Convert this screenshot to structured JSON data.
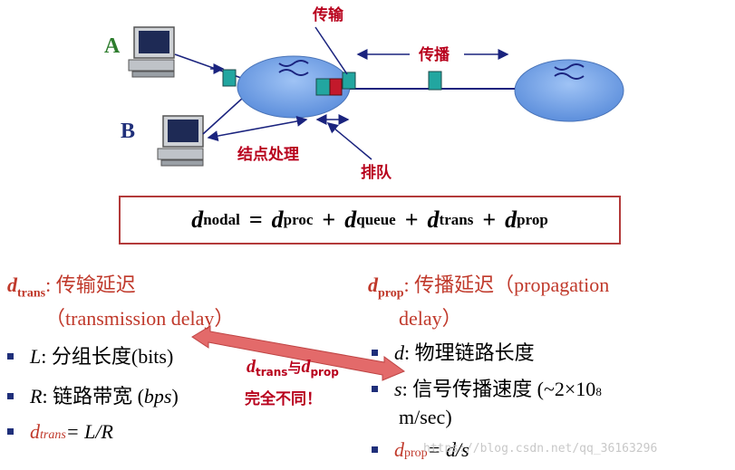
{
  "labels": {
    "transmission": "传输",
    "propagation": "传播",
    "nodal_processing": "结点处理",
    "queueing": "排队",
    "host_a": "A",
    "host_b": "B"
  },
  "formula": {
    "lhs_var": "d",
    "lhs_sub": "nodal",
    "eq": "=",
    "t1_var": "d",
    "t1_sub": "proc",
    "plus1": "+",
    "t2_var": "d",
    "t2_sub": "queue",
    "plus2": "+",
    "t3_var": "d",
    "t3_sub": "trans",
    "plus3": "+",
    "t4_var": "d",
    "t4_sub": "prop"
  },
  "left": {
    "head_var": "d",
    "head_sub": "trans",
    "head_text": ": 传输延迟",
    "head_line2": "（transmission delay）",
    "b1_var": "L",
    "b1_text": ": 分组长度(bits)",
    "b2_var": "R",
    "b2_text": ": 链路带宽 (",
    "b2_unit": "bps",
    "b2_close": ")",
    "b3_var": "d",
    "b3_sub": "trans",
    "b3_rest": " = L/R"
  },
  "right": {
    "head_var": "d",
    "head_sub": "prop",
    "head_text": ": 传播延迟（propagation",
    "head_line2": "delay）",
    "b1_var": "d",
    "b1_text": ": 物理链路长度",
    "b2_var": "s",
    "b2_text": ": 信号传播速度 (~2×10",
    "b2_sup": "8",
    "b2_line2": "m/sec)",
    "b3_var": "d",
    "b3_sub": "prop",
    "b3_rest": " = d/s"
  },
  "comparison": {
    "v1": "d",
    "s1": "trans",
    "mid": "与",
    "v2": "d",
    "s2": "prop",
    "line2": "完全不同！"
  },
  "watermark": "https://blog.csdn.net/qq_36163296",
  "colors": {
    "router": "#6f9fe3",
    "packet": "#22a6a0",
    "queued_packet": "#c3192b",
    "accent_red": "#b8001c",
    "bullet": "#1f2f7a"
  }
}
